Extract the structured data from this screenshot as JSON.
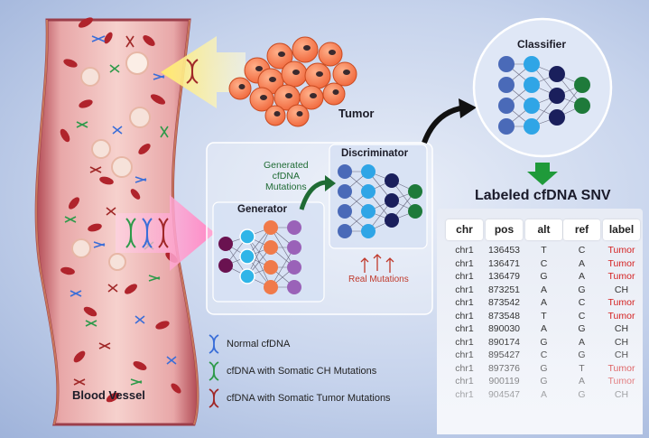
{
  "labels": {
    "tumor": "Tumor",
    "blood_vessel": "Blood Vessel",
    "classifier": "Classifier",
    "generator": "Generator",
    "discriminator": "Discriminator",
    "generated": [
      "Generated",
      "cfDNA",
      "Mutations"
    ],
    "real_mutations": "Real Mutations",
    "table_title": "Labeled cfDNA SNV"
  },
  "legend": [
    {
      "text": "Normal cfDNA",
      "icon": "dna-icon",
      "color": "#3a6ed8"
    },
    {
      "text": "cfDNA with Somatic CH Mutations",
      "icon": "dna-icon",
      "color": "#2e9a4a"
    },
    {
      "text": "cfDNA with Somatic Tumor Mutations",
      "icon": "dna-icon",
      "color": "#a02828"
    }
  ],
  "colors": {
    "tumor_label": "#d42020",
    "arrow_green": "#2b7a3a",
    "real_arrow": "#c0392b"
  },
  "table": {
    "headers": [
      "chr",
      "pos",
      "alt",
      "ref",
      "label"
    ],
    "rows": [
      [
        "chr1",
        "136453",
        "T",
        "C",
        "Tumor"
      ],
      [
        "chr1",
        "136471",
        "C",
        "A",
        "Tumor"
      ],
      [
        "chr1",
        "136479",
        "G",
        "A",
        "Tumor"
      ],
      [
        "chr1",
        "873251",
        "A",
        "G",
        "CH"
      ],
      [
        "chr1",
        "873542",
        "A",
        "C",
        "Tumor"
      ],
      [
        "chr1",
        "873548",
        "T",
        "C",
        "Tumor"
      ],
      [
        "chr1",
        "890030",
        "A",
        "G",
        "CH"
      ],
      [
        "chr1",
        "890174",
        "G",
        "A",
        "CH"
      ],
      [
        "chr1",
        "895427",
        "C",
        "G",
        "CH"
      ],
      [
        "chr1",
        "897376",
        "G",
        "T",
        "Tumor"
      ],
      [
        "chr1",
        "900119",
        "G",
        "A",
        "Tumor"
      ],
      [
        "chr1",
        "904547",
        "A",
        "G",
        "CH"
      ]
    ]
  }
}
